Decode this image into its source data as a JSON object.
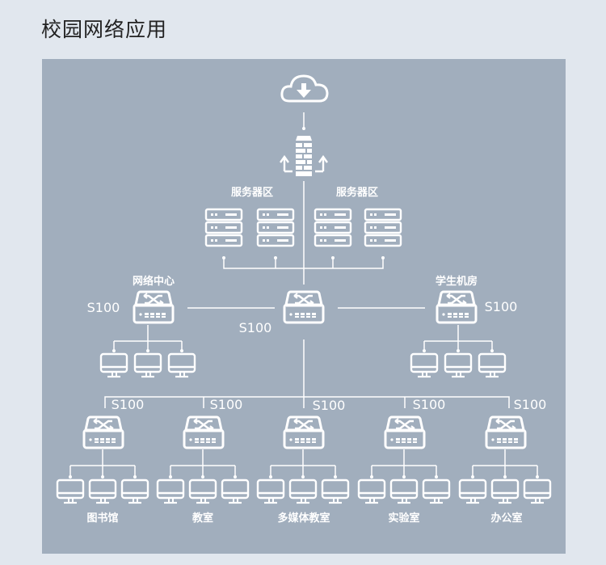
{
  "title": "校园网络应用",
  "diagram": {
    "cloud": {
      "name": "internet-cloud",
      "icon": "cloud-download-icon"
    },
    "firewall": {
      "name": "firewall",
      "icon": "firewall-icon"
    },
    "server_zones": [
      {
        "label": "服务器区",
        "servers": 2
      },
      {
        "label": "服务器区",
        "servers": 2
      }
    ],
    "core_switch": {
      "model": "S100"
    },
    "side_switches": [
      {
        "label": "网络中心",
        "model": "S100",
        "computers": 3
      },
      {
        "label": "学生机房",
        "model": "S100",
        "computers": 3
      }
    ],
    "access_switches": [
      {
        "model": "S100",
        "label": "图书馆",
        "computers": 3
      },
      {
        "model": "S100",
        "label": "教室",
        "computers": 3
      },
      {
        "model": "S100",
        "label": "多媒体教室",
        "computers": 3
      },
      {
        "model": "S100",
        "label": "实验室",
        "computers": 3
      },
      {
        "model": "S100",
        "label": "办公室",
        "computers": 3
      }
    ]
  },
  "colors": {
    "background": "#e1e7ee",
    "panel": "#a1aebd",
    "stroke": "#ffffff",
    "title": "#222222"
  }
}
